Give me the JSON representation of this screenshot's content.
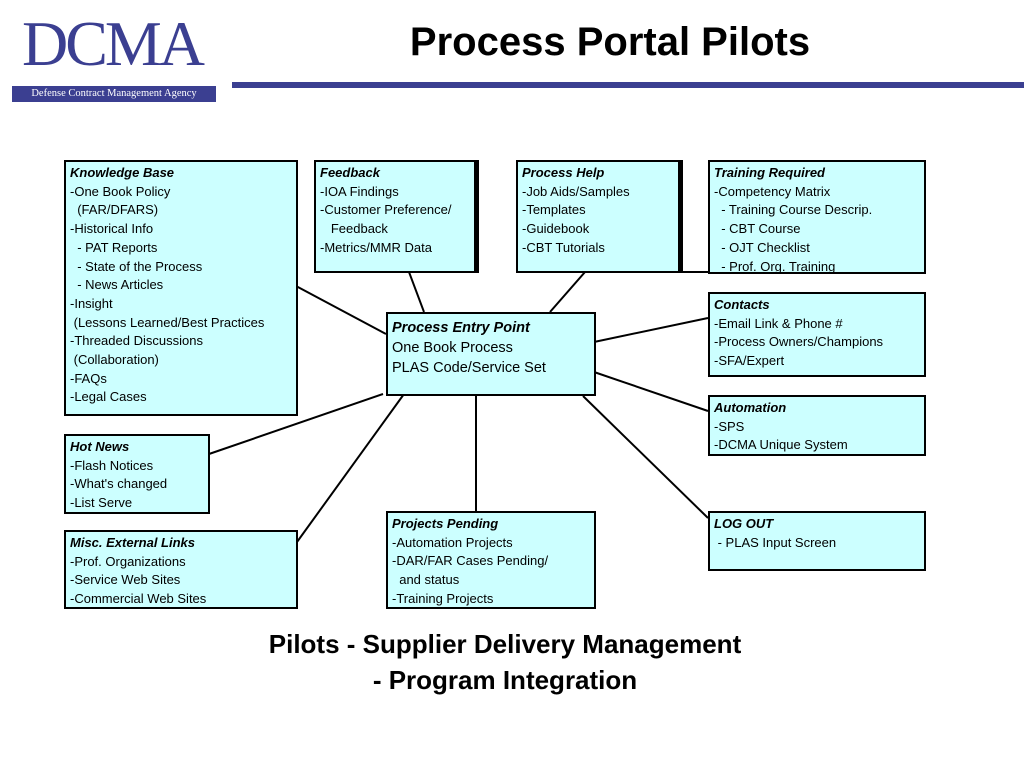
{
  "logo": {
    "letters": "DCMA",
    "subtitle": "Defense Contract Management Agency"
  },
  "title": "Process Portal Pilots",
  "boxes": {
    "knowledge_base": {
      "heading": "Knowledge Base",
      "items": [
        "-One Book Policy",
        "  (FAR/DFARS)",
        "-Historical Info",
        "  - PAT Reports",
        "  - State of the Process",
        "  - News Articles",
        "-Insight",
        " (Lessons Learned/Best Practices",
        "-Threaded Discussions",
        " (Collaboration)",
        "-FAQs",
        "-Legal Cases"
      ]
    },
    "feedback": {
      "heading": "Feedback",
      "items": [
        "-IOA Findings",
        "-Customer Preference/",
        "   Feedback",
        "-Metrics/MMR Data"
      ]
    },
    "process_help": {
      "heading": "Process Help",
      "items": [
        "-Job Aids/Samples",
        "-Templates",
        "-Guidebook",
        "-CBT Tutorials"
      ]
    },
    "training_required": {
      "heading": "Training Required",
      "items": [
        "-Competency Matrix",
        "  - Training Course Descrip.",
        "  - CBT Course",
        "  - OJT Checklist",
        "  - Prof. Org. Training"
      ]
    },
    "contacts": {
      "heading": "Contacts",
      "items": [
        "-Email Link & Phone #",
        "-Process Owners/Champions",
        "-SFA/Expert"
      ]
    },
    "process_entry": {
      "heading": "Process Entry Point",
      "items": [
        "One Book Process",
        "PLAS Code/Service Set"
      ]
    },
    "automation": {
      "heading": "Automation",
      "items": [
        "-SPS",
        "-DCMA Unique System"
      ]
    },
    "hot_news": {
      "heading": "Hot News",
      "items": [
        "-Flash Notices",
        "-What's changed",
        "-List Serve"
      ]
    },
    "misc_links": {
      "heading": "Misc. External Links",
      "items": [
        "-Prof. Organizations",
        "-Service Web Sites",
        "-Commercial Web Sites"
      ]
    },
    "projects_pending": {
      "heading": "Projects Pending",
      "items": [
        "-Automation Projects",
        "-DAR/FAR Cases Pending/",
        "  and status",
        "-Training Projects"
      ]
    },
    "log_out": {
      "heading": "LOG OUT",
      "items": [
        " - PLAS Input Screen"
      ]
    }
  },
  "footer": {
    "line1": "Pilots - Supplier Delivery Management",
    "line2": "- Program Integration"
  },
  "colors": {
    "brand": "#3b3f91",
    "box_fill": "#ccffff",
    "line": "#000000"
  }
}
